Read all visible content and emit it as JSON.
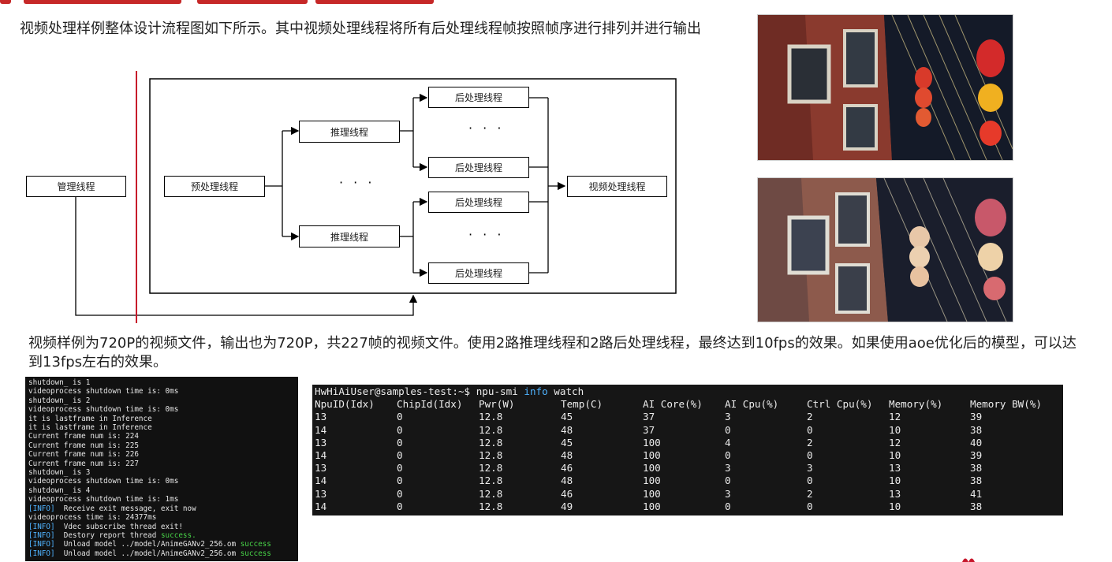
{
  "intro_text": "视频处理样例整体设计流程图如下所示。其中视频处理线程将所有后处理线程帧按照帧序进行排列并进行输出",
  "flowchart": {
    "manage": "管理线程",
    "preprocess": "预处理线程",
    "infer_top": "推理线程",
    "infer_bottom": "推理线程",
    "post_1": "后处理线程",
    "post_2": "后处理线程",
    "post_3": "后处理线程",
    "post_4": "后处理线程",
    "video": "视频处理线程",
    "dots": "· · ·"
  },
  "summary_text": "视频样例为720P的视频文件，输出也为720P，共227帧的视频文件。使用2路推理线程和2路后处理线程，最终达到10fps的效果。如果使用aoe优化后的模型，可以达到13fps左右的效果。",
  "left_terminal": {
    "lines": [
      {
        "tag": "",
        "text": "shutdown_ is 1",
        "suffix": ""
      },
      {
        "tag": "",
        "text": "videoprocess shutdown time is: 0ms",
        "suffix": ""
      },
      {
        "tag": "",
        "text": "shutdown_ is 2",
        "suffix": ""
      },
      {
        "tag": "",
        "text": "videoprocess shutdown time is: 0ms",
        "suffix": ""
      },
      {
        "tag": "",
        "text": "it is lastframe in Inference",
        "suffix": ""
      },
      {
        "tag": "",
        "text": "it is lastframe in Inference",
        "suffix": ""
      },
      {
        "tag": "",
        "text": "Current frame num is: 224",
        "suffix": ""
      },
      {
        "tag": "",
        "text": "Current frame num is: 225",
        "suffix": ""
      },
      {
        "tag": "",
        "text": "Current frame num is: 226",
        "suffix": ""
      },
      {
        "tag": "",
        "text": "Current frame num is: 227",
        "suffix": ""
      },
      {
        "tag": "",
        "text": "shutdown_ is 3",
        "suffix": ""
      },
      {
        "tag": "",
        "text": "videoprocess shutdown time is: 0ms",
        "suffix": ""
      },
      {
        "tag": "",
        "text": "shutdown_ is 4",
        "suffix": ""
      },
      {
        "tag": "",
        "text": "videoprocess shutdown time is: 1ms",
        "suffix": ""
      },
      {
        "tag": "[INFO]",
        "text": "  Receive exit message, exit now",
        "suffix": ""
      },
      {
        "tag": "",
        "text": "videoprocess time is: 24377ms",
        "suffix": ""
      },
      {
        "tag": "[INFO]",
        "text": "  Vdec subscribe thread exit!",
        "suffix": ""
      },
      {
        "tag": "[INFO]",
        "text": "  Destory report thread ",
        "suffix": "success."
      },
      {
        "tag": "[INFO]",
        "text": "  Unload model ../model/AnimeGANv2_256.om ",
        "suffix": "success"
      },
      {
        "tag": "[INFO]",
        "text": "  Unload model ../model/AnimeGANv2_256.om ",
        "suffix": "success"
      }
    ]
  },
  "right_terminal": {
    "prompt": "HwHiAiUser@samples-test:~$ npu-smi ",
    "cmd_highlight": "info",
    "cmd_rest": " watch",
    "headers": [
      "NpuID(Idx)",
      "ChipId(Idx)",
      "Pwr(W)",
      "Temp(C)",
      "AI Core(%)",
      "AI Cpu(%)",
      "Ctrl Cpu(%)",
      "Memory(%)",
      "Memory BW(%)"
    ],
    "rows": [
      [
        "13",
        "0",
        "12.8",
        "45",
        "37",
        "3",
        "2",
        "12",
        "39"
      ],
      [
        "14",
        "0",
        "12.8",
        "48",
        "37",
        "0",
        "0",
        "10",
        "38"
      ],
      [
        "13",
        "0",
        "12.8",
        "45",
        "100",
        "4",
        "2",
        "12",
        "40"
      ],
      [
        "14",
        "0",
        "12.8",
        "48",
        "100",
        "0",
        "0",
        "10",
        "39"
      ],
      [
        "13",
        "0",
        "12.8",
        "46",
        "100",
        "3",
        "3",
        "13",
        "38"
      ],
      [
        "14",
        "0",
        "12.8",
        "48",
        "100",
        "0",
        "0",
        "10",
        "38"
      ],
      [
        "13",
        "0",
        "12.8",
        "46",
        "100",
        "3",
        "2",
        "13",
        "41"
      ],
      [
        "14",
        "0",
        "12.8",
        "49",
        "100",
        "0",
        "0",
        "10",
        "38"
      ]
    ]
  },
  "colors": {
    "accent_red": "#c7162b",
    "terminal_info": "#4fb3ff",
    "terminal_success": "#47d147"
  }
}
